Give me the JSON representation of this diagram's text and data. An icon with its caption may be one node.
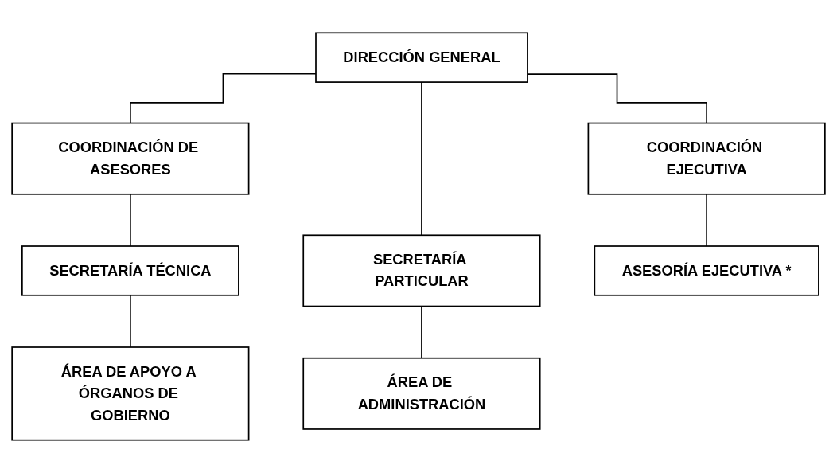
{
  "diagram": {
    "nodes": [
      {
        "text": [
          "DIRECCIÓN GENERAL"
        ]
      },
      {
        "text": [
          "COORDINACIÓN DE ASESORES"
        ]
      },
      {
        "text": [
          "COORDINACIÓN EJECUTIVA"
        ]
      },
      {
        "text": [
          "SECRETARÍA TÉCNICA"
        ]
      },
      {
        "text": [
          "SECRETARÍA PARTICULAR"
        ]
      },
      {
        "text": [
          "ASESORÍA EJECUTIVA *"
        ]
      },
      {
        "text": [
          "ÁREA DE APOYO A ÓRGANOS DE GOBIERNO"
        ]
      },
      {
        "text": [
          "ÁREA DE ADMINISTRACIÓN"
        ]
      }
    ],
    "edges": [
      {
        "from": 0,
        "to": 1,
        "arrow": "none"
      },
      {
        "from": 0,
        "to": 4,
        "arrow": "none"
      },
      {
        "from": 0,
        "to": 2,
        "arrow": "none"
      },
      {
        "from": 1,
        "to": 3,
        "arrow": "none"
      },
      {
        "from": 2,
        "to": 5,
        "arrow": "none"
      },
      {
        "from": 3,
        "to": 6,
        "arrow": "none"
      },
      {
        "from": 4,
        "to": 7,
        "arrow": "none"
      }
    ]
  }
}
